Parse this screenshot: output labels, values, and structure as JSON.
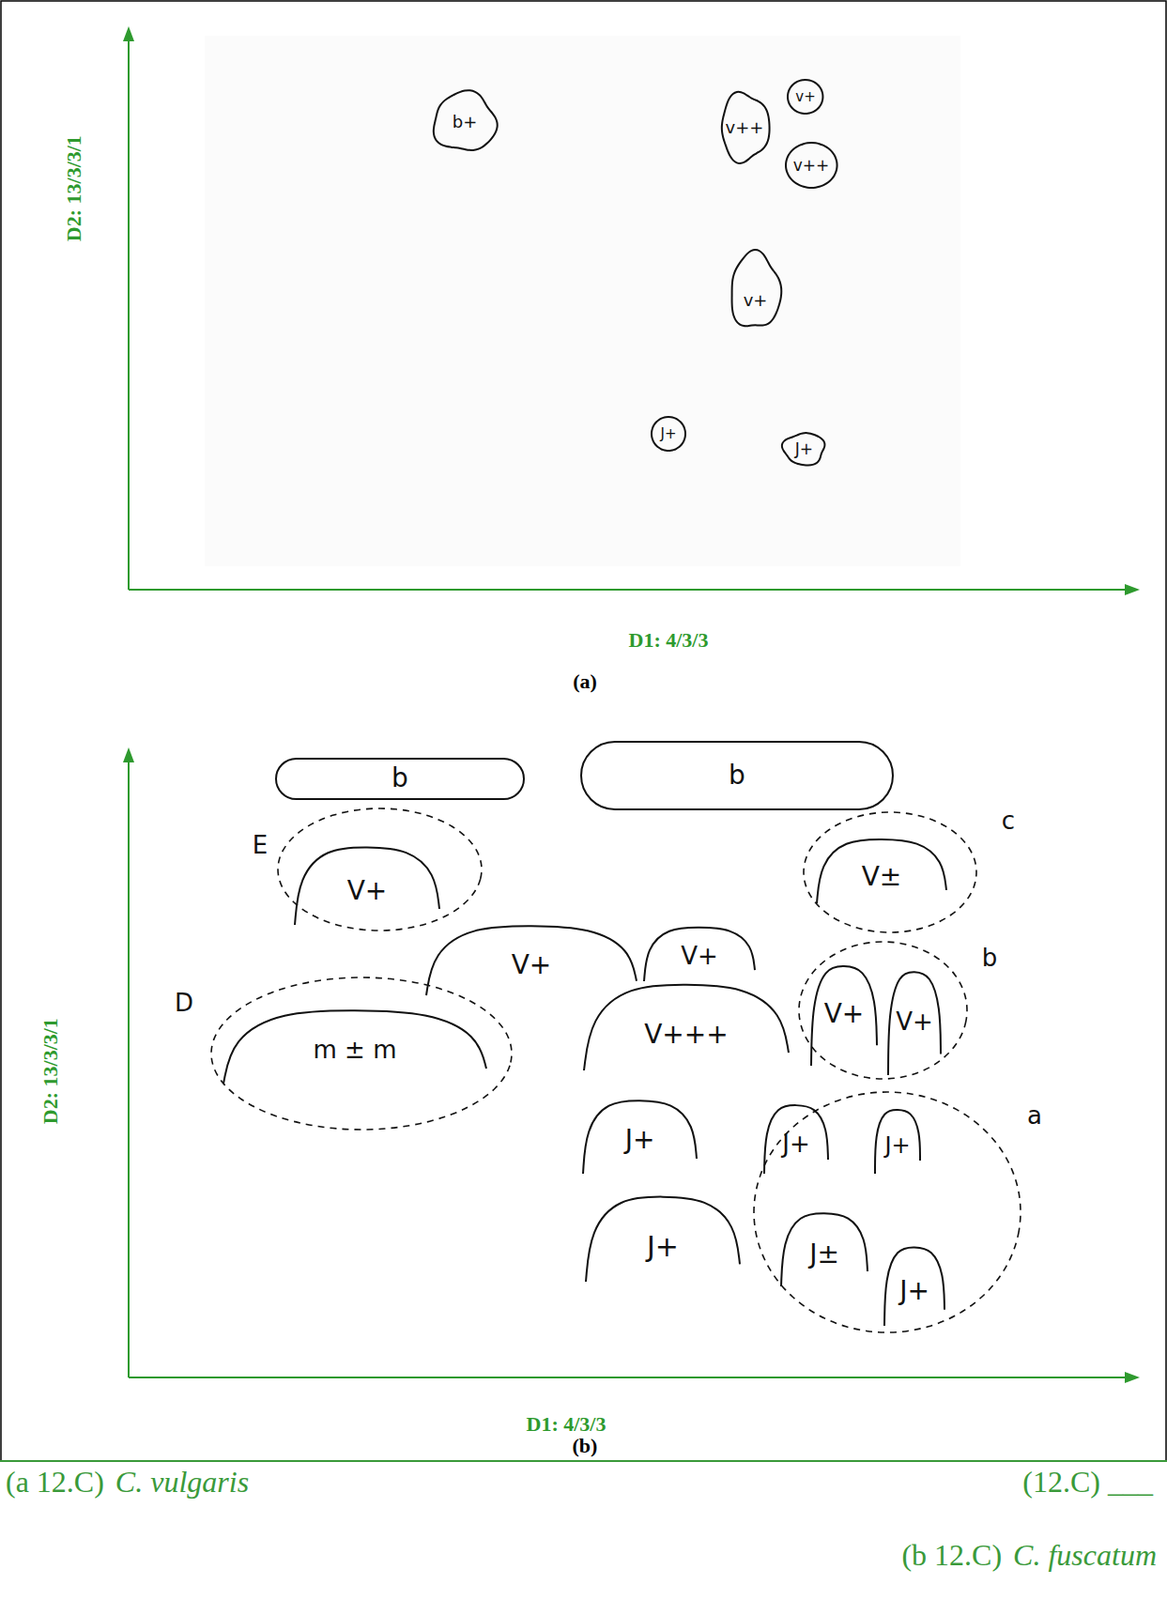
{
  "diagram": {
    "nodes": [
      {
        "text": [
          "b+"
        ]
      },
      {
        "text": [
          "v++"
        ]
      },
      {
        "text": [
          "v+"
        ]
      },
      {
        "text": [
          "v++"
        ]
      },
      {
        "text": [
          "v+"
        ]
      },
      {
        "text": [
          "J+"
        ]
      },
      {
        "text": [
          "J+"
        ]
      },
      {
        "text": [
          "b"
        ]
      },
      {
        "text": [
          "b"
        ]
      },
      {
        "text": [
          "E"
        ]
      },
      {
        "text": [
          "V+"
        ],
        "in": 9
      },
      {
        "text": [
          "c"
        ]
      },
      {
        "text": [
          "V±"
        ],
        "in": 11
      },
      {
        "text": [
          "D"
        ]
      },
      {
        "text": [
          "m ± m"
        ],
        "in": 13
      },
      {
        "text": [
          "V+"
        ]
      },
      {
        "text": [
          "V+"
        ]
      },
      {
        "text": [
          "V+++"
        ]
      },
      {
        "text": [
          "b"
        ]
      },
      {
        "text": [
          "V+"
        ],
        "in": 18
      },
      {
        "text": [
          "V+"
        ],
        "in": 18
      },
      {
        "text": [
          "J+"
        ]
      },
      {
        "text": [
          "J+"
        ]
      },
      {
        "text": [
          "a"
        ]
      },
      {
        "text": [
          "J+"
        ],
        "in": 23
      },
      {
        "text": [
          "J+"
        ],
        "in": 23
      },
      {
        "text": [
          "J±"
        ],
        "in": 23
      },
      {
        "text": [
          "J+"
        ],
        "in": 23
      }
    ],
    "labels": [
      "D2: 13/3/3/1",
      "D1: 4/3/3",
      "(a)",
      "D2: 13/3/3/1",
      "D1: 4/3/3",
      "(b)",
      "(a 12.C)",
      "C. vulgaris",
      "(12.C)",
      "___",
      "(b 12.C)",
      "C. fuscatum"
    ]
  }
}
